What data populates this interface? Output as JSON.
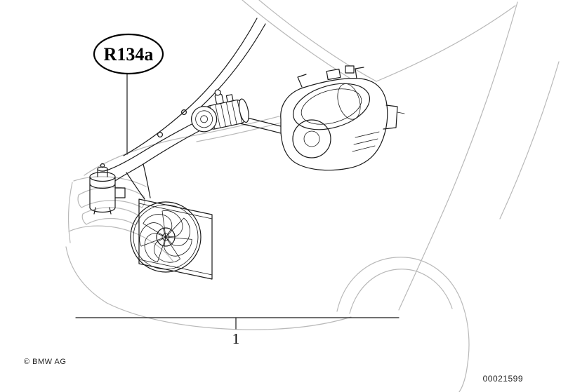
{
  "diagram": {
    "balloon_label": "R134a",
    "part_callout": "1",
    "copyright": "© BMW AG",
    "document_number": "00021599",
    "colors": {
      "background": "#ffffff",
      "part_line": "#1a1a1a",
      "car_outline": "#b9b9b9"
    },
    "components": [
      "car-front-body-outline",
      "refrigerant-lines",
      "ac-compressor",
      "evaporator-heater-unit",
      "condenser",
      "electric-fan",
      "receiver-drier"
    ]
  }
}
